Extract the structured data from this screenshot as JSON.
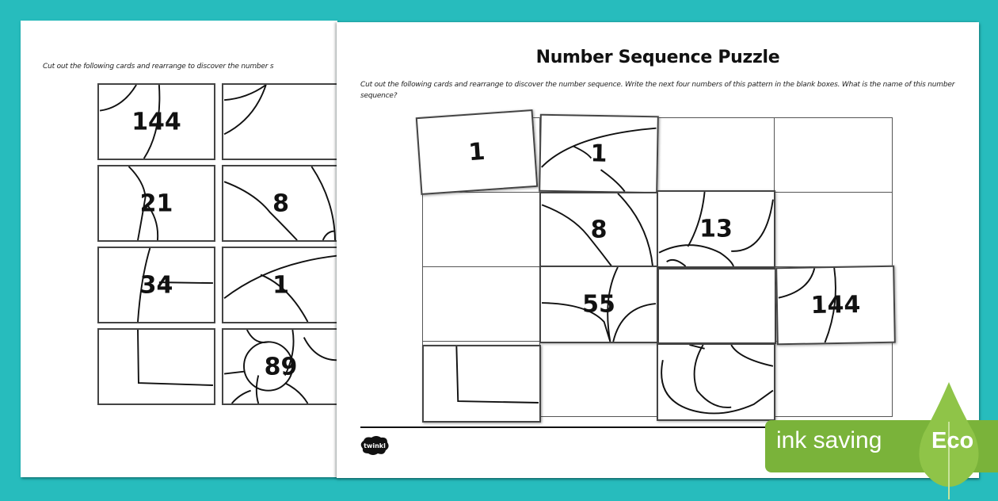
{
  "background_color": "#27bcbd",
  "back_page": {
    "instructions": "Cut out the following cards and rearrange to discover the number s",
    "cards": [
      {
        "number": "144"
      },
      {
        "number": ""
      },
      {
        "number": "21"
      },
      {
        "number": "8"
      },
      {
        "number": "34"
      },
      {
        "number": "1"
      },
      {
        "number": ""
      },
      {
        "number": "89"
      }
    ]
  },
  "front_page": {
    "title": "Number Sequence Puzzle",
    "instructions": "Cut out the following cards and rearrange to discover the number sequence. Write the next four numbers of this pattern in the blank boxes. What is the name of this number sequence?",
    "grid": {
      "rows": 4,
      "cols": 4,
      "cards": [
        {
          "row": 0,
          "col": 0,
          "number": "1"
        },
        {
          "row": 0,
          "col": 1,
          "number": "1"
        },
        {
          "row": 1,
          "col": 1,
          "number": "8"
        },
        {
          "row": 1,
          "col": 2,
          "number": "13"
        },
        {
          "row": 2,
          "col": 1,
          "number": "55"
        },
        {
          "row": 2,
          "col": 2,
          "number": ""
        },
        {
          "row": 2,
          "col": 3,
          "number": "144"
        },
        {
          "row": 3,
          "col": 0,
          "number": ""
        },
        {
          "row": 3,
          "col": 2,
          "number": ""
        }
      ]
    },
    "logo": "twinkl"
  },
  "eco_badge": {
    "label": "ink saving",
    "tag": "Eco",
    "color": "#7ab33a",
    "drop_color": "#8fc448"
  }
}
